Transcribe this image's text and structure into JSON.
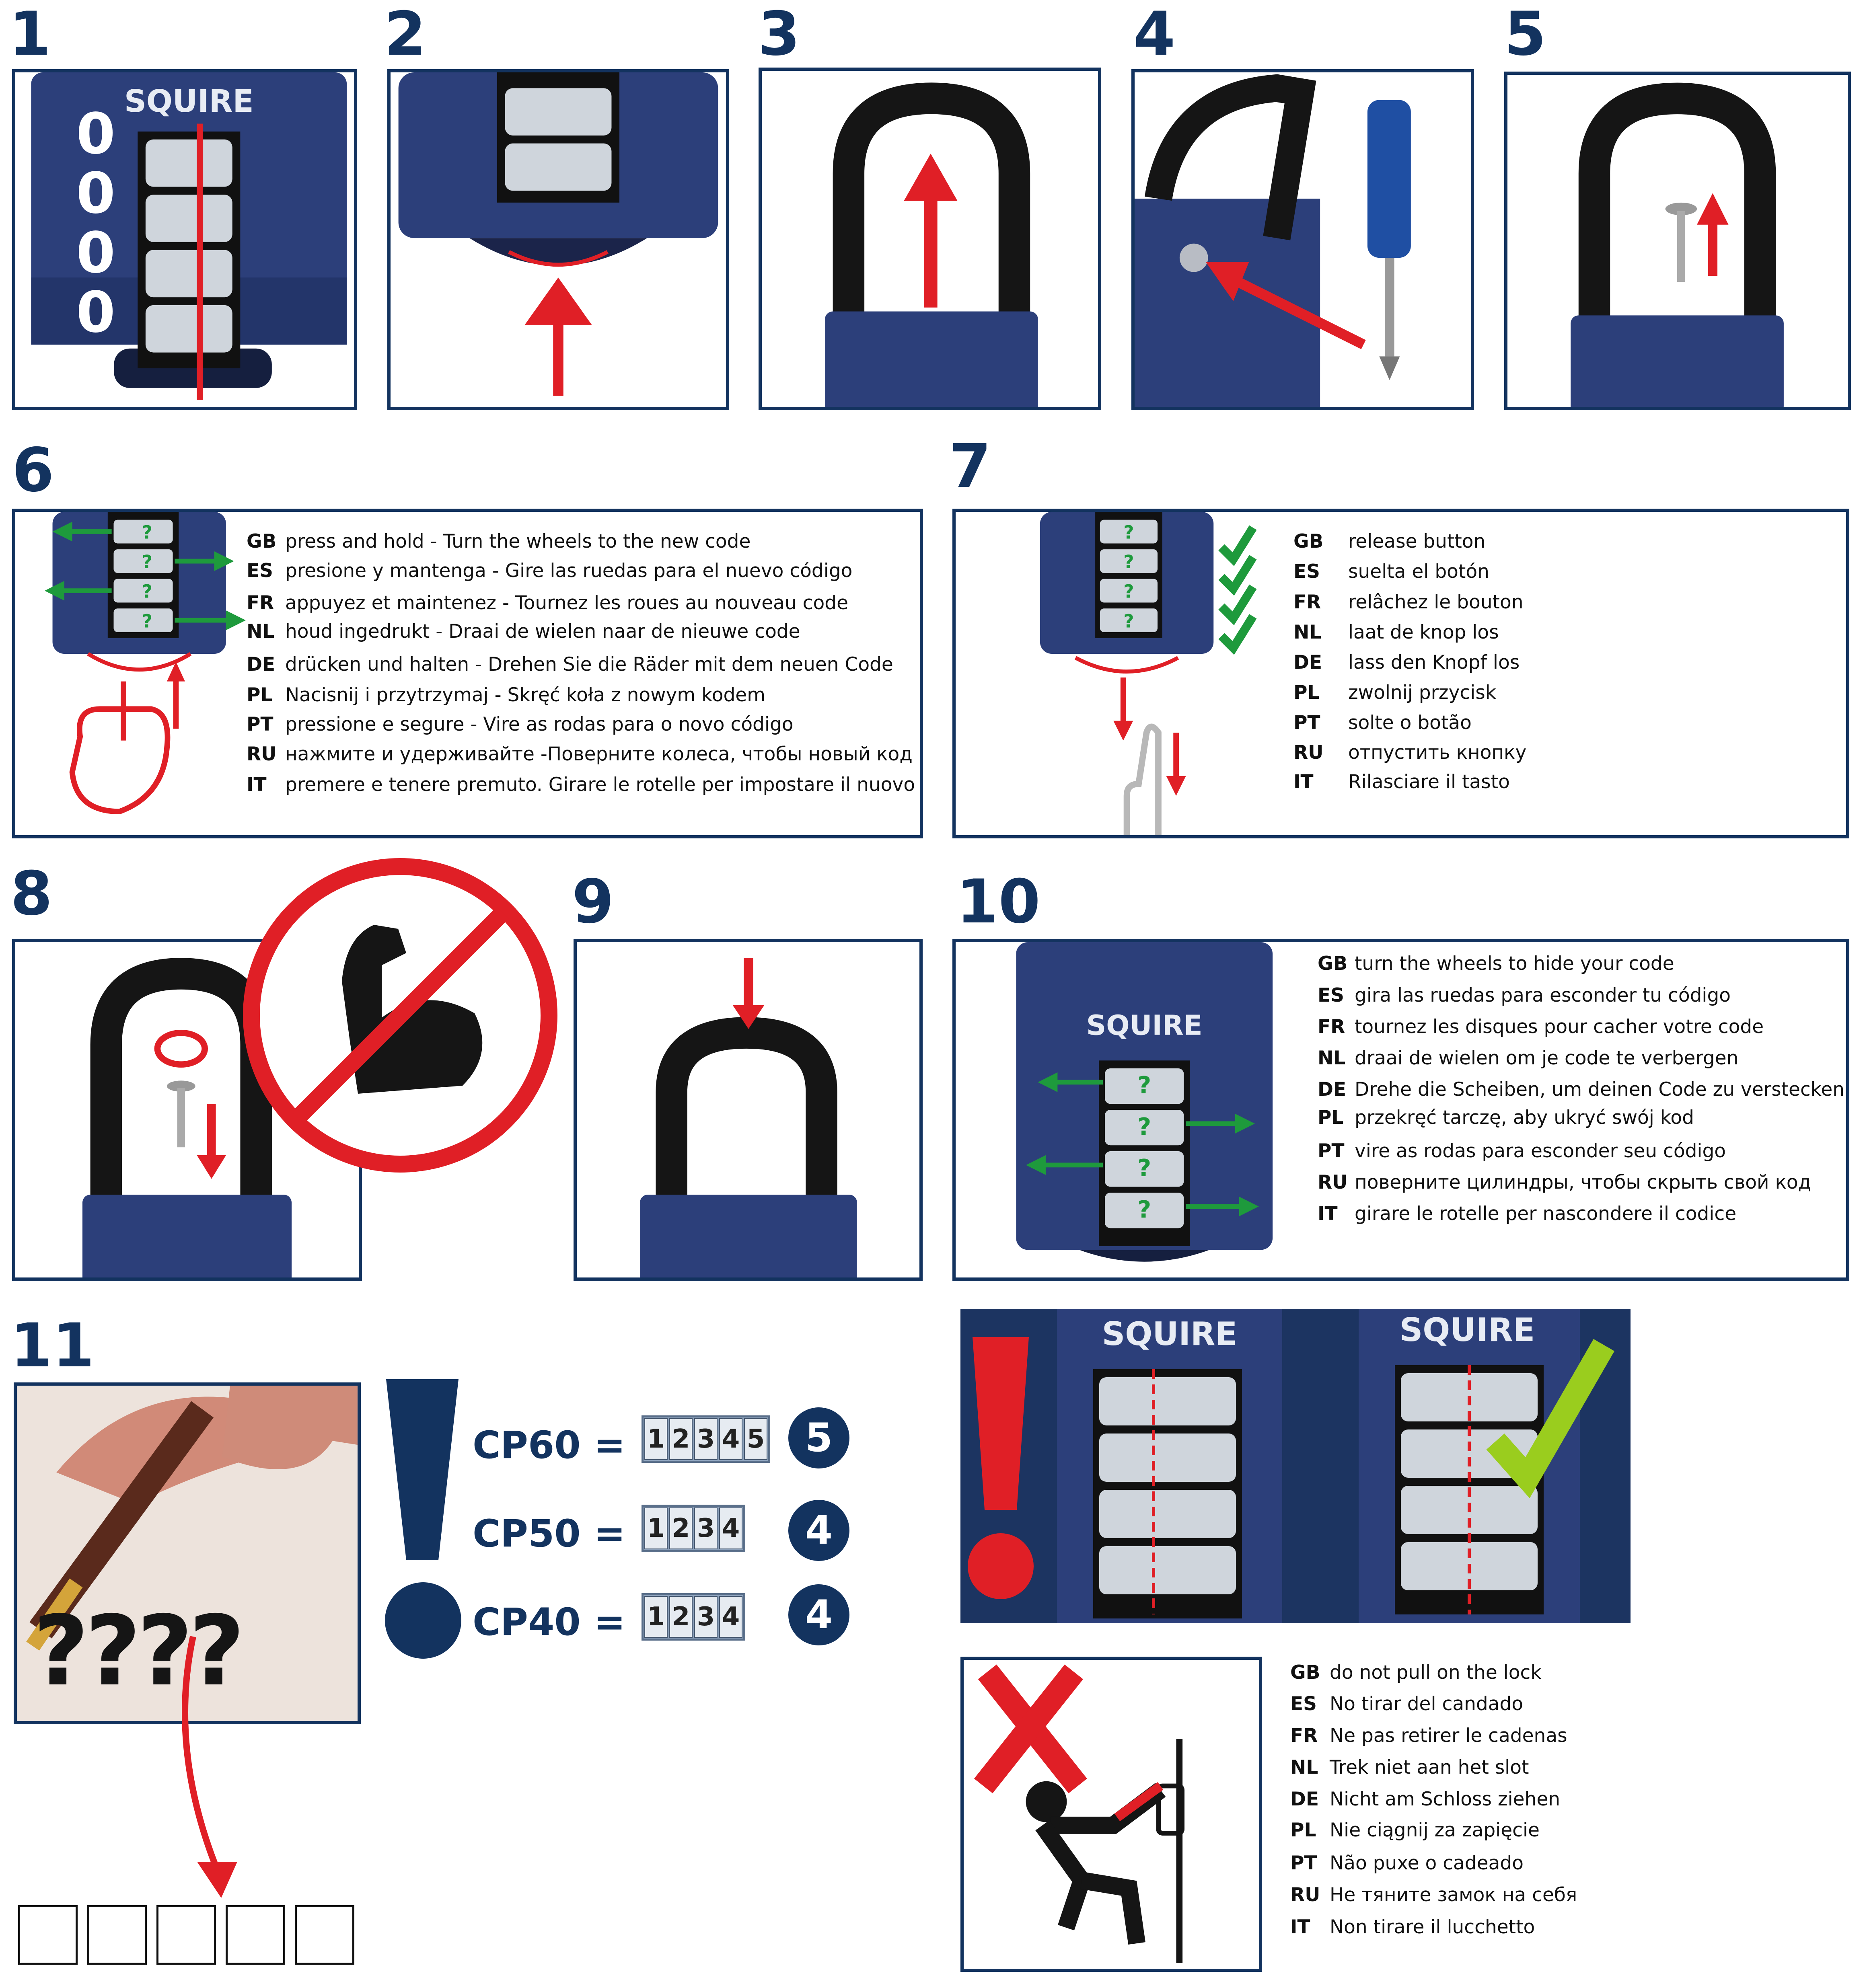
{
  "steps": {
    "s1": "1",
    "s2": "2",
    "s3": "3",
    "s4": "4",
    "s5": "5",
    "s6": "6",
    "s7": "7",
    "s8": "8",
    "s9": "9",
    "s10": "10",
    "s11": "11"
  },
  "brand": "SQUIRE",
  "step1_digits": [
    "0",
    "0",
    "0",
    "0"
  ],
  "step6_langs": [
    {
      "code": "GB",
      "text": "press and hold - Turn the wheels to the new code"
    },
    {
      "code": "ES",
      "text": "presione y mantenga - Gire las ruedas para el nuevo código"
    },
    {
      "code": "FR",
      "text": "appuyez et maintenez - Tournez les roues au nouveau code"
    },
    {
      "code": "NL",
      "text": "houd ingedrukt - Draai de wielen naar de nieuwe code"
    },
    {
      "code": "DE",
      "text": "drücken und halten - Drehen Sie die Räder mit dem neuen Code"
    },
    {
      "code": "PL",
      "text": "Nacisnij i przytrzymaj - Skręć koła z nowym kodem"
    },
    {
      "code": "PT",
      "text": "pressione e segure - Vire as rodas para o novo código"
    },
    {
      "code": "RU",
      "text": "нажмите и удерживайте -Поверните колеса, чтобы новый код"
    },
    {
      "code": "IT",
      "text": "premere e tenere premuto. Girare le rotelle per impostare il nuovo codice"
    }
  ],
  "step7_langs": [
    {
      "code": "GB",
      "text": "release button"
    },
    {
      "code": "ES",
      "text": "suelta el botón"
    },
    {
      "code": "FR",
      "text": "relâchez le bouton"
    },
    {
      "code": "NL",
      "text": "laat de knop los"
    },
    {
      "code": "DE",
      "text": "lass den Knopf los"
    },
    {
      "code": "PL",
      "text": "zwolnij przycisk"
    },
    {
      "code": "PT",
      "text": "solte o botão"
    },
    {
      "code": "RU",
      "text": "отпустить кнопку"
    },
    {
      "code": "IT",
      "text": "Rilasciare il tasto"
    }
  ],
  "step10_langs": [
    {
      "code": "GB",
      "text": "turn the wheels to hide your code"
    },
    {
      "code": "ES",
      "text": "gira las ruedas para esconder tu código"
    },
    {
      "code": "FR",
      "text": "tournez les disques pour cacher votre code"
    },
    {
      "code": "NL",
      "text": "draai de wielen om je code te verbergen"
    },
    {
      "code": "DE",
      "text": "Drehe die Scheiben, um deinen Code zu verstecken"
    },
    {
      "code": "PL",
      "text": "przekręć tarczę, aby ukryć swój kod"
    },
    {
      "code": "PT",
      "text": "vire as rodas para esconder seu código"
    },
    {
      "code": "RU",
      "text": "поверните цилиндры,  чтобы скрыть свой код"
    },
    {
      "code": "IT",
      "text": "girare le rotelle per nascondere il codice"
    }
  ],
  "warning_langs": [
    {
      "code": "GB",
      "text": "do not pull on the lock"
    },
    {
      "code": "ES",
      "text": "No tirar del candado"
    },
    {
      "code": "FR",
      "text": "Ne pas retirer le cadenas"
    },
    {
      "code": "NL",
      "text": "Trek niet aan het slot"
    },
    {
      "code": "DE",
      "text": "Nicht am Schloss ziehen"
    },
    {
      "code": "PL",
      "text": "Nie ciągnij za zapięcie"
    },
    {
      "code": "PT",
      "text": "Não puxe o cadeado"
    },
    {
      "code": "RU",
      "text": "Не тяните замок на себя"
    },
    {
      "code": "IT",
      "text": "Non tirare il lucchetto"
    }
  ],
  "models": [
    {
      "label": "CP60 =",
      "wheels": [
        "1",
        "2",
        "3",
        "4",
        "5"
      ],
      "count": "5"
    },
    {
      "label": "CP50 =",
      "wheels": [
        "1",
        "2",
        "3",
        "4"
      ],
      "count": "4"
    },
    {
      "label": "CP40 =",
      "wheels": [
        "1",
        "2",
        "3",
        "4"
      ],
      "count": "4"
    }
  ],
  "step11_marks": "????",
  "colors": {
    "navy": "#13335f",
    "lockblue": "#2c3f7a",
    "red": "#e01f26",
    "green": "#1e9a3c",
    "lime": "#9acd1e"
  }
}
